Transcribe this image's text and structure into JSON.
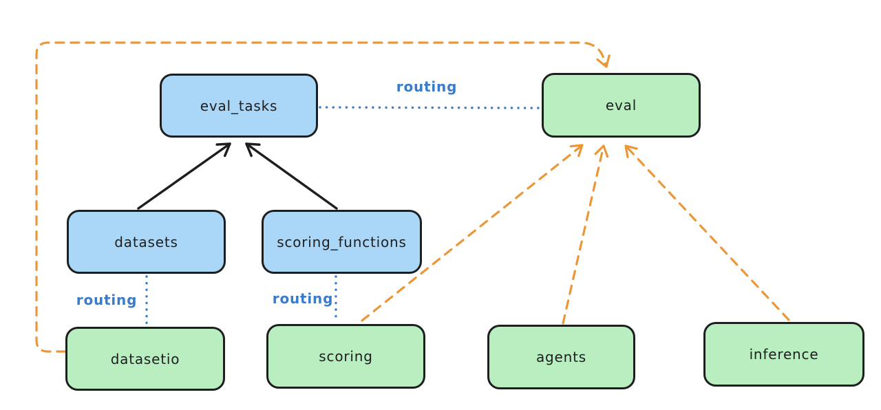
{
  "diagram": {
    "nodes": {
      "eval_tasks": {
        "label": "eval_tasks",
        "fill": "blue"
      },
      "eval": {
        "label": "eval",
        "fill": "green"
      },
      "datasets": {
        "label": "datasets",
        "fill": "blue"
      },
      "scoring_functions": {
        "label": "scoring_functions",
        "fill": "blue"
      },
      "datasetio": {
        "label": "datasetio",
        "fill": "green"
      },
      "scoring": {
        "label": "scoring",
        "fill": "green"
      },
      "agents": {
        "label": "agents",
        "fill": "green"
      },
      "inference": {
        "label": "inference",
        "fill": "green"
      }
    },
    "edges": [
      {
        "from": "datasets",
        "to": "eval_tasks",
        "style": "solid",
        "color": "black",
        "arrow": true
      },
      {
        "from": "scoring_functions",
        "to": "eval_tasks",
        "style": "solid",
        "color": "black",
        "arrow": true
      },
      {
        "from": "eval_tasks",
        "to": "eval",
        "style": "dotted",
        "color": "blue",
        "arrow": false,
        "label": "routing"
      },
      {
        "from": "datasets",
        "to": "datasetio",
        "style": "dotted",
        "color": "blue",
        "arrow": false,
        "label": "routing"
      },
      {
        "from": "scoring_functions",
        "to": "scoring",
        "style": "dotted",
        "color": "blue",
        "arrow": false,
        "label": "routing"
      },
      {
        "from": "datasetio",
        "to": "eval",
        "style": "dashed",
        "color": "orange",
        "arrow": true
      },
      {
        "from": "scoring",
        "to": "eval",
        "style": "dashed",
        "color": "orange",
        "arrow": true
      },
      {
        "from": "agents",
        "to": "eval",
        "style": "dashed",
        "color": "orange",
        "arrow": true
      },
      {
        "from": "inference",
        "to": "eval",
        "style": "dashed",
        "color": "orange",
        "arrow": true
      }
    ],
    "colors": {
      "node_blue_fill": "#aad7f7",
      "node_green_fill": "#b8eec0",
      "node_stroke": "#1e1e1e",
      "edge_black": "#1e1e1e",
      "edge_blue": "#3b7cc9",
      "edge_orange": "#eb9738",
      "background": "#ffffff"
    }
  }
}
